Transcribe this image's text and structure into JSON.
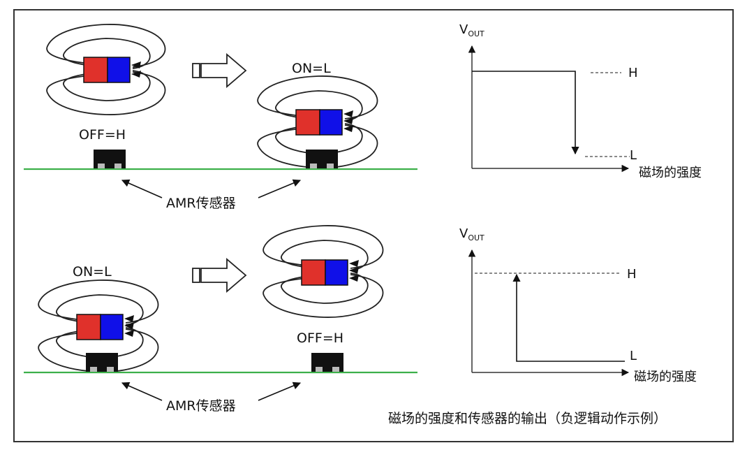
{
  "scene_top": {
    "off_label": "OFF=H",
    "on_label": "ON=L",
    "sensor_label": "AMR传感器"
  },
  "scene_bottom": {
    "on_label": "ON=L",
    "off_label": "OFF=H",
    "sensor_label": "AMR传感器"
  },
  "graph_top": {
    "y_axis_label_main": "V",
    "y_axis_label_sub": "OUT",
    "x_axis_label": "磁场的强度",
    "high_label": "H",
    "low_label": "L"
  },
  "graph_bottom": {
    "y_axis_label_main": "V",
    "y_axis_label_sub": "OUT",
    "x_axis_label": "磁场的强度",
    "high_label": "H",
    "low_label": "L"
  },
  "caption": "磁场的强度和传感器的输出（负逻辑动作示例）",
  "colors": {
    "magnet_north": "#e0312b",
    "magnet_south": "#1010e8",
    "ground_line": "#3cb04a",
    "sensor_body": "#111111"
  }
}
